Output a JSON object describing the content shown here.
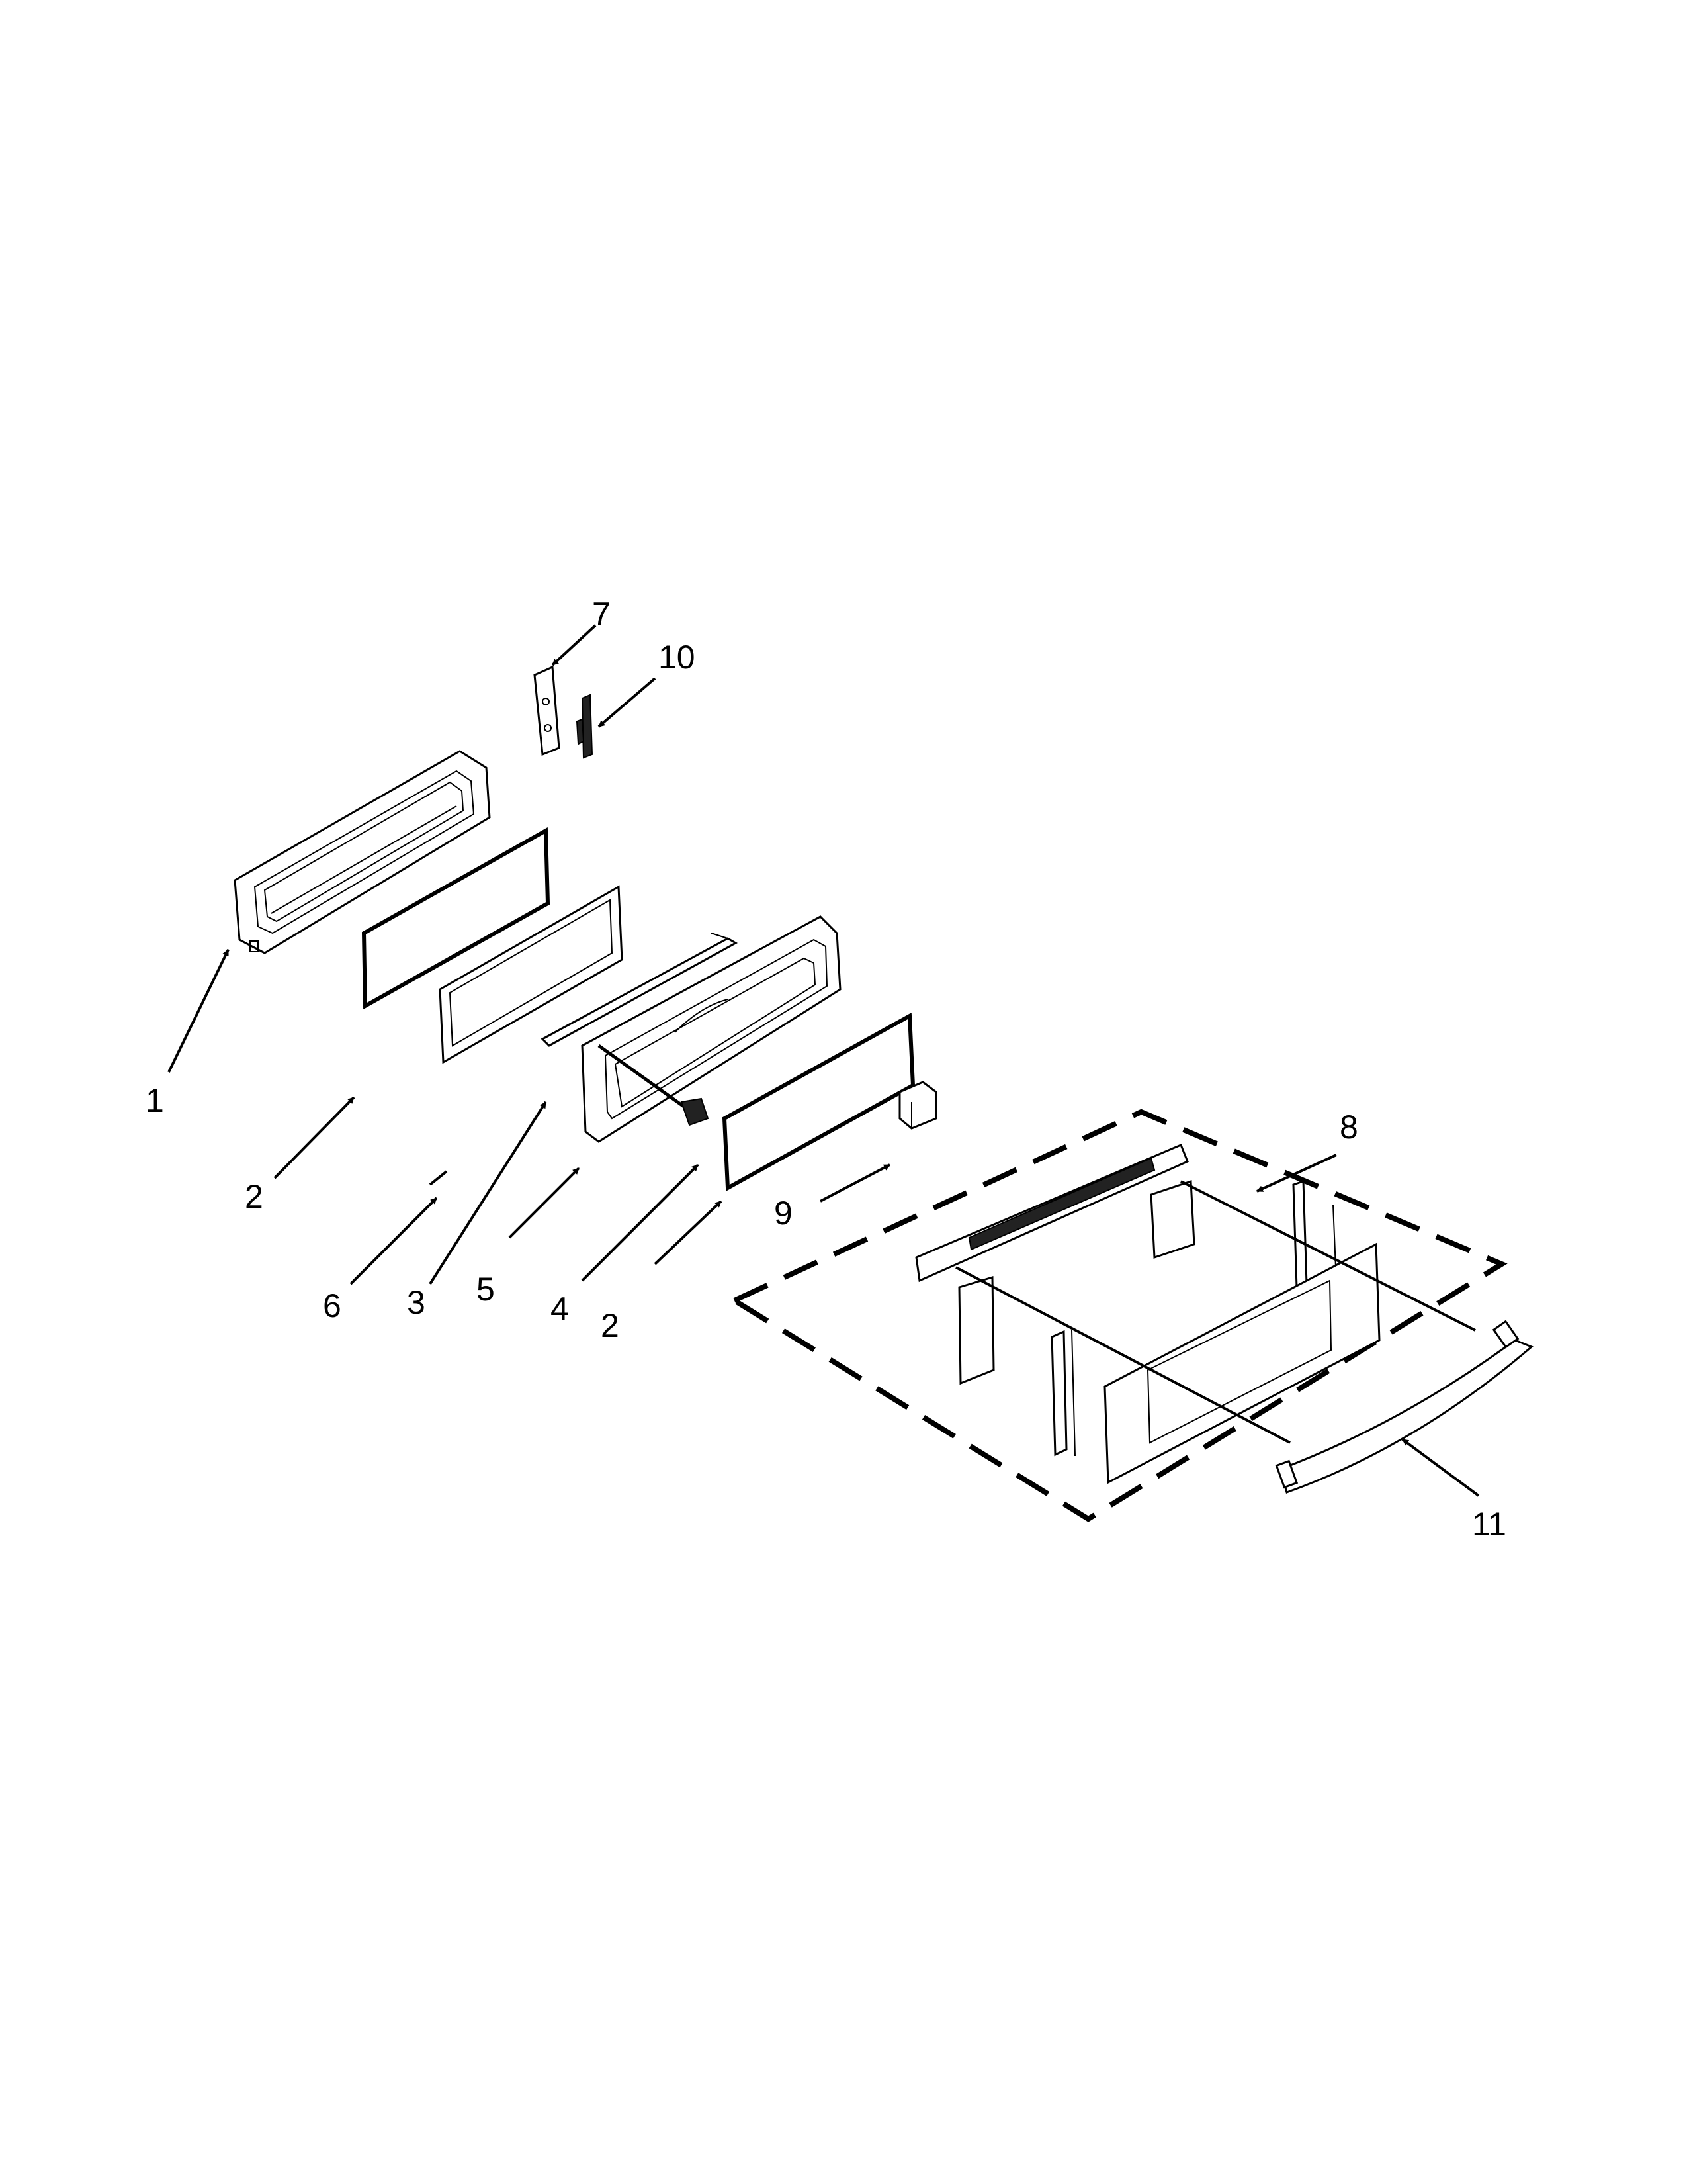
{
  "diagram": {
    "callouts": [
      {
        "id": "1",
        "label": "1"
      },
      {
        "id": "2a",
        "label": "2"
      },
      {
        "id": "6",
        "label": "6"
      },
      {
        "id": "3",
        "label": "3"
      },
      {
        "id": "5",
        "label": "5"
      },
      {
        "id": "4",
        "label": "4"
      },
      {
        "id": "2b",
        "label": "2"
      },
      {
        "id": "9",
        "label": "9"
      },
      {
        "id": "7",
        "label": "7"
      },
      {
        "id": "10",
        "label": "10"
      },
      {
        "id": "8",
        "label": "8"
      },
      {
        "id": "11",
        "label": "11"
      }
    ]
  }
}
